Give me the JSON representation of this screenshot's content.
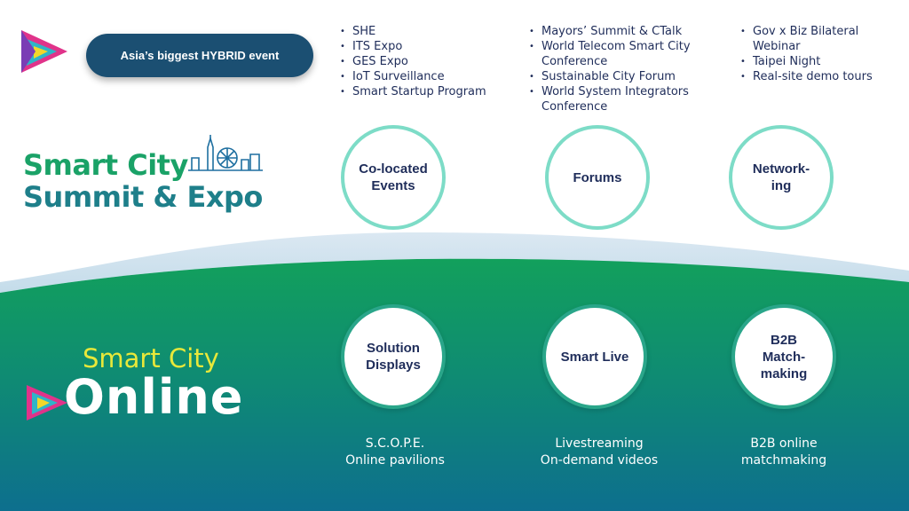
{
  "badge": {
    "text": "Asia’s biggest HYBRID event"
  },
  "expo_title": {
    "line1": "Smart City",
    "line2": "Summit & Expo"
  },
  "lists": [
    [
      "SHE",
      "ITS Expo",
      "GES Expo",
      "IoT Surveillance",
      "Smart Startup Program"
    ],
    [
      "Mayors’ Summit & CTalk",
      "World Telecom Smart City Conference",
      "Sustainable City Forum",
      "World System Integrators Conference"
    ],
    [
      "Gov x Biz Bilateral Webinar",
      "Taipei Night",
      "Real-site demo tours"
    ]
  ],
  "physical_circles": [
    "Co-located\nEvents",
    "Forums",
    "Network-\ning"
  ],
  "online_title": {
    "top": "Smart City",
    "word": "Online"
  },
  "online_circles": [
    "Solution\nDisplays",
    "Smart Live",
    "B2B\nMatch-\nmaking"
  ],
  "captions": [
    "S.C.O.P.E.\nOnline pavilions",
    "Livestreaming\nOn-demand videos",
    "B2B online\nmatchmaking"
  ],
  "colors": {
    "badge_bg": "#1b4f72",
    "green_title": "#1aa267",
    "teal_title": "#1e7f8a",
    "circle_border": "#7ddcc7",
    "online_yellow": "#e8e83a"
  }
}
